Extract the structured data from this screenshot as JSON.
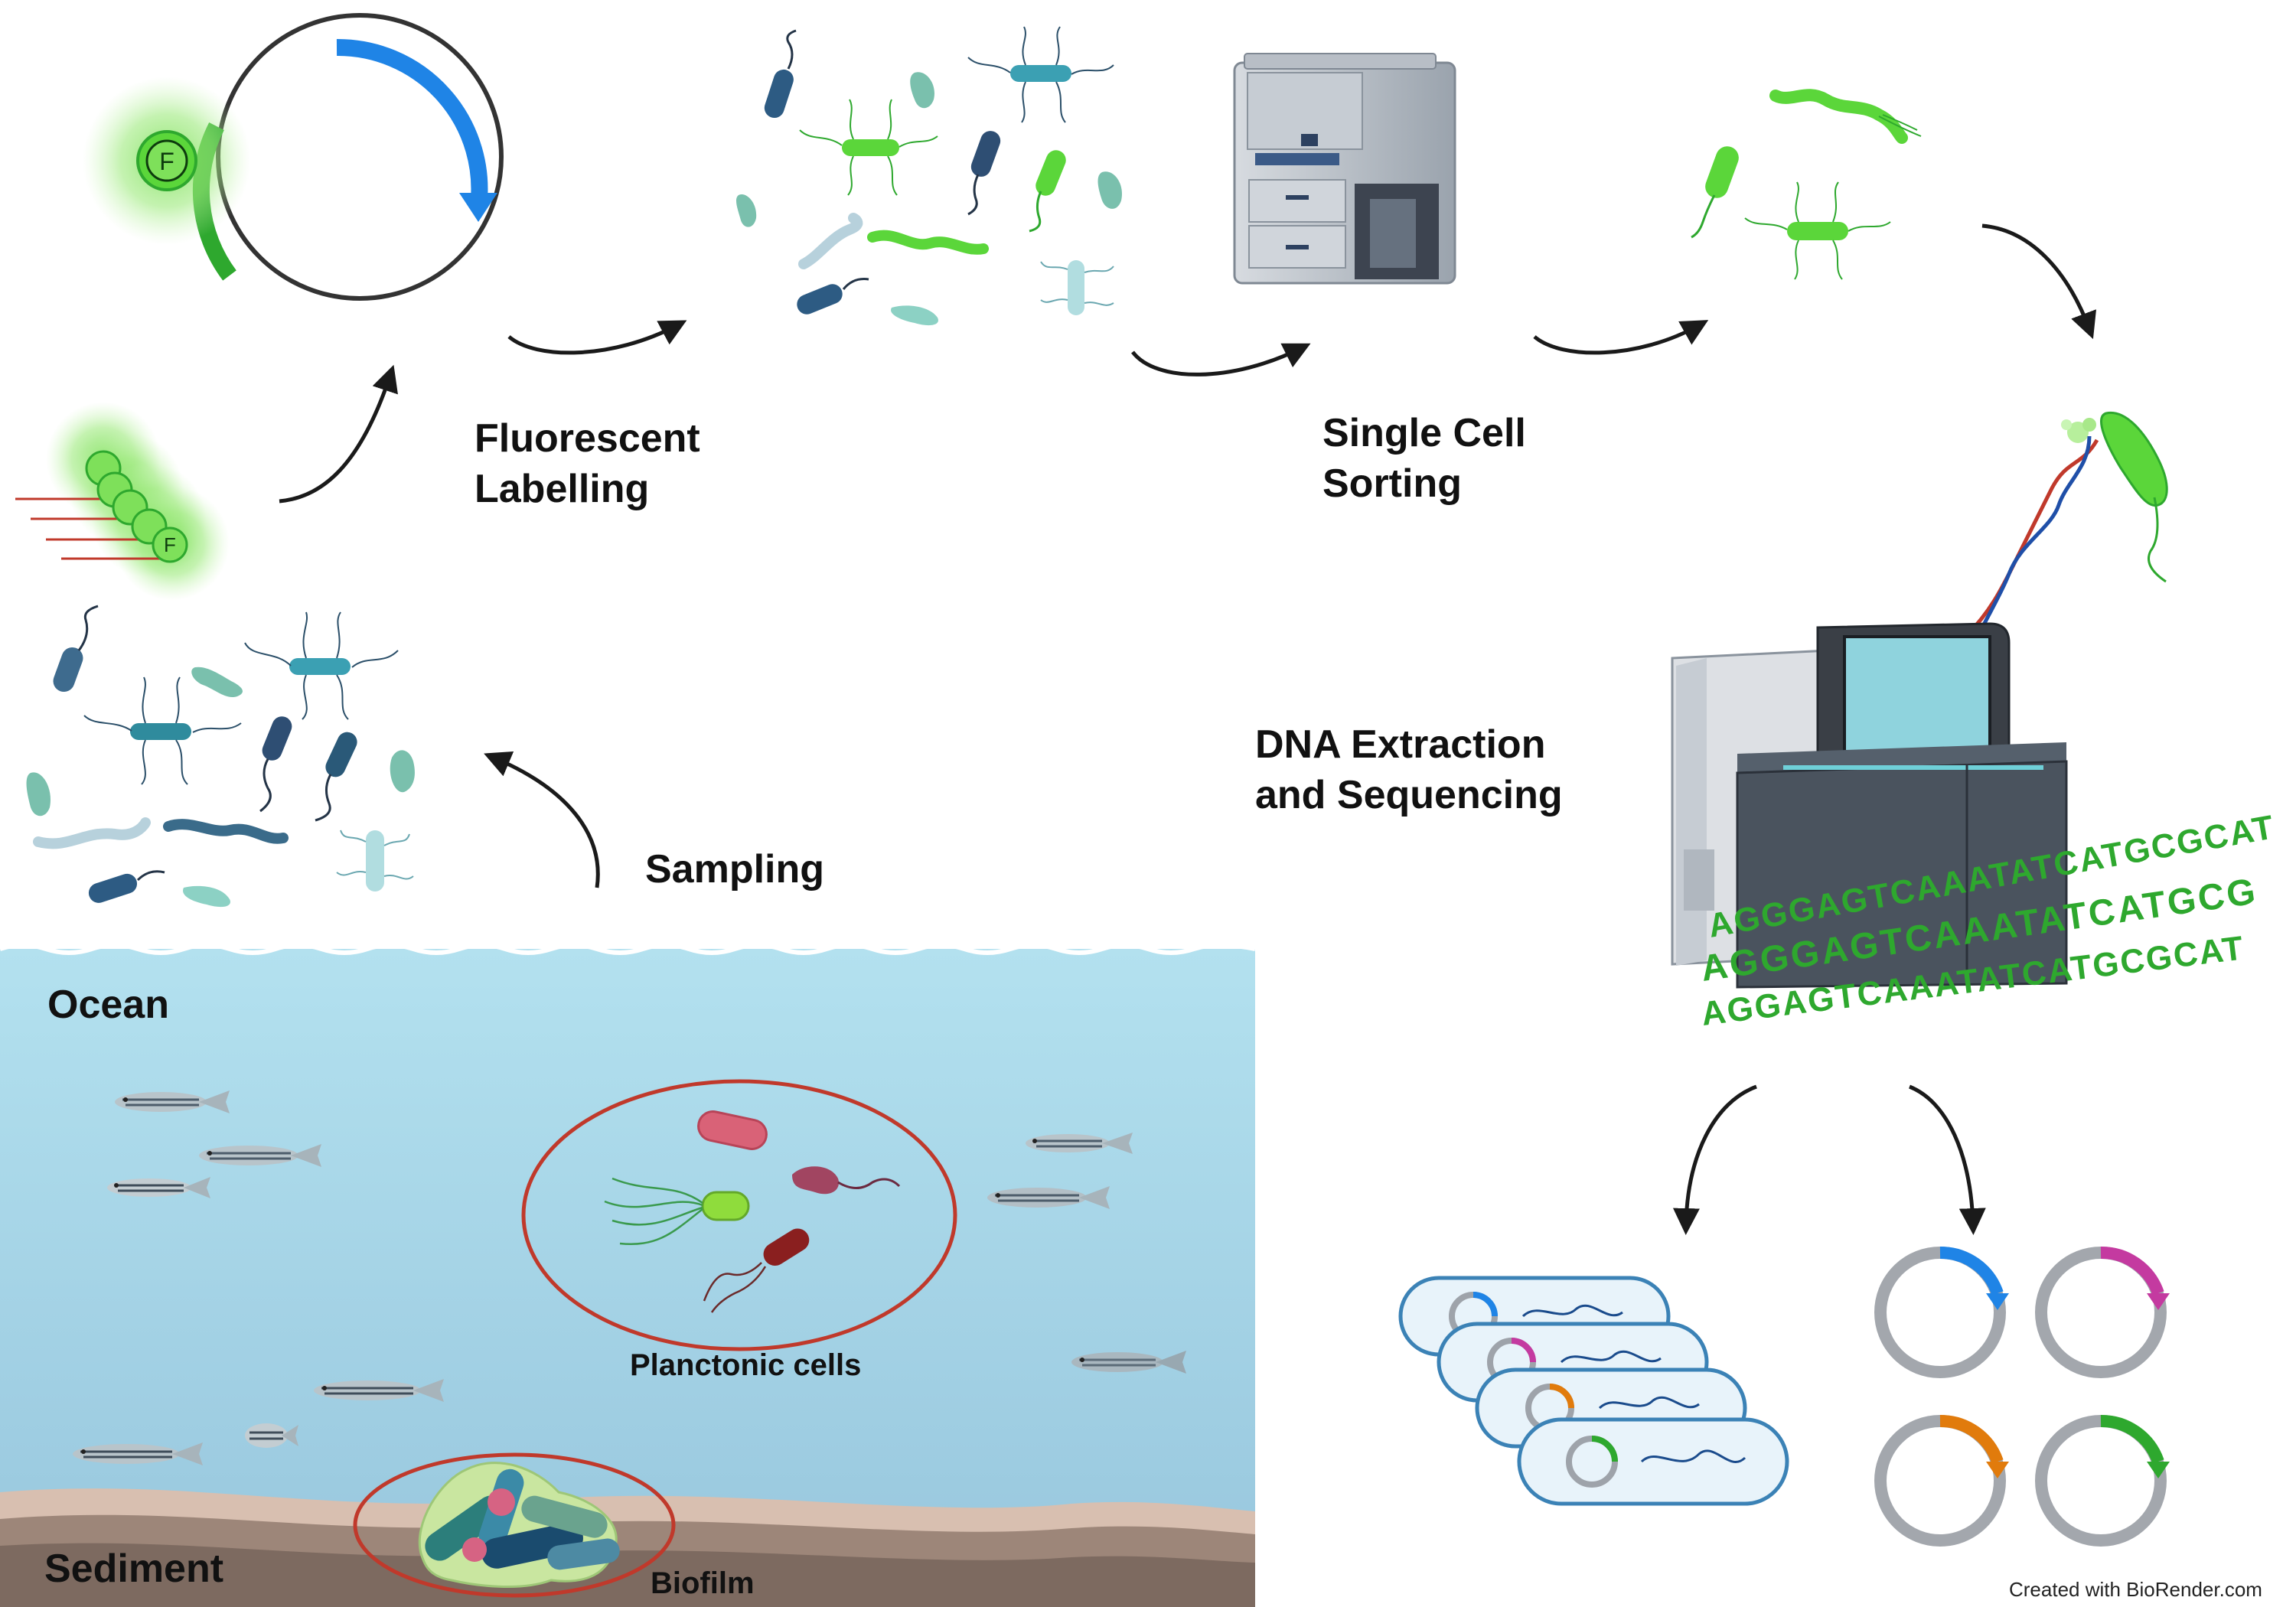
{
  "labels": {
    "fluorescent_labelling": [
      "Fluorescent",
      "Labelling"
    ],
    "single_cell_sorting": [
      "Single Cell",
      "Sorting"
    ],
    "dna_extraction": [
      "DNA Extraction",
      "and Sequencing"
    ],
    "sampling": "Sampling",
    "ocean": "Ocean",
    "sediment": "Sediment",
    "planctonic_cells": "Planctonic cells",
    "biofilm": "Biofilm",
    "credit": "Created with BioRender.com",
    "probe_marker": "F"
  },
  "dna_sequence_rows": [
    "AGGGAGTCAAATATCATGCGCAT",
    "AGGGAGTCAAATATCATGCG",
    "AGGAGTCAAATATCATGCGCAT"
  ],
  "colors": {
    "ocean_top": "#b3e1ef",
    "ocean_bottom": "#97c6dd",
    "sediment": "#7d6a60",
    "fluorescent_green": "#5bd63a",
    "gene_blue": "#1f84e6",
    "gene_magenta": "#c43aa0",
    "gene_orange": "#e17b0c",
    "gene_green": "#2ea82e",
    "circle_red": "#c0392b",
    "arrow": "#1a1a1a"
  }
}
